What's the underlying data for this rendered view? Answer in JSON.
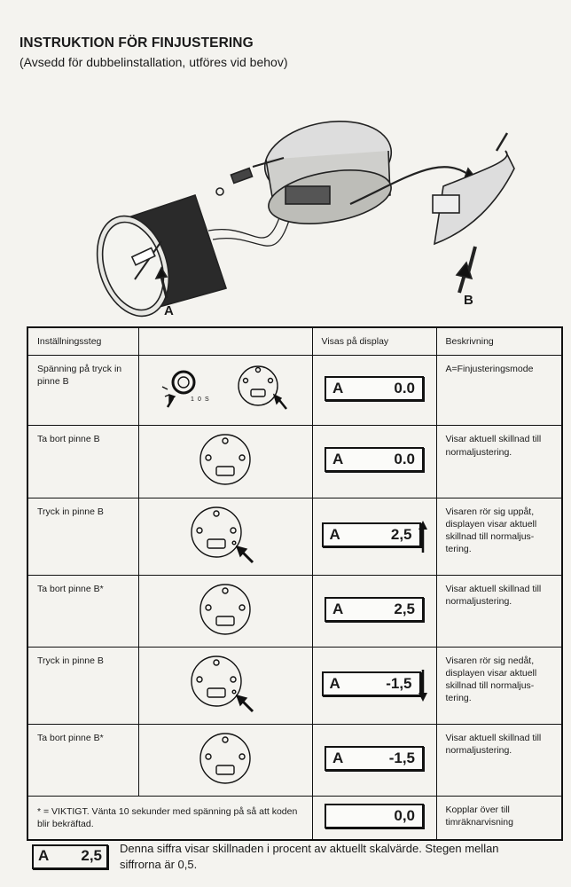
{
  "header": {
    "title": "INSTRUKTION FÖR FINJUSTERING",
    "subtitle": "(Avsedd för dubbelinstallation, utföres vid behov)"
  },
  "illustration": {
    "label_a": "A",
    "label_b": "B"
  },
  "table": {
    "headers": [
      "Inställningssteg",
      "",
      "Visas på display",
      "Beskrivning"
    ],
    "rows": [
      {
        "step": "Spänning på tryck in pinne B",
        "display_a": "A",
        "display_value": "0.0",
        "description": "A=Finjusteringsmode"
      },
      {
        "step": "Ta bort pinne B",
        "display_a": "A",
        "display_value": "0.0",
        "description": "Visar aktuell skillnad till normaljustering."
      },
      {
        "step": "Tryck in pinne B",
        "display_a": "A",
        "display_value": "2,5",
        "description": "Visaren rör sig uppåt, displayen visar aktuell skillnad till normaljus-tering."
      },
      {
        "step": "Ta bort pinne B*",
        "display_a": "A",
        "display_value": "2,5",
        "description": "Visar aktuell skillnad till normaljustering."
      },
      {
        "step": "Tryck in pinne B",
        "display_a": "A",
        "display_value": "-1,5",
        "description": "Visaren rör sig nedåt, displayen visar aktuell skillnad till normaljus-tering."
      },
      {
        "step": "Ta bort pinne B*",
        "display_a": "A",
        "display_value": "-1,5",
        "description": "Visar aktuell skillnad till normaljustering."
      }
    ],
    "final_row": {
      "note": "* = VIKTIGT. Vänta 10 sekunder med spänning på så att koden blir bekräftad.",
      "display_value": "0,0",
      "description": "Kopplar över till timräknarvisning"
    }
  },
  "footer": {
    "display_a": "A",
    "display_value": "2,5",
    "text": "Denna siffra visar skillnaden i procent av aktuellt skalvärde. Stegen mellan siffrorna är 0,5."
  }
}
